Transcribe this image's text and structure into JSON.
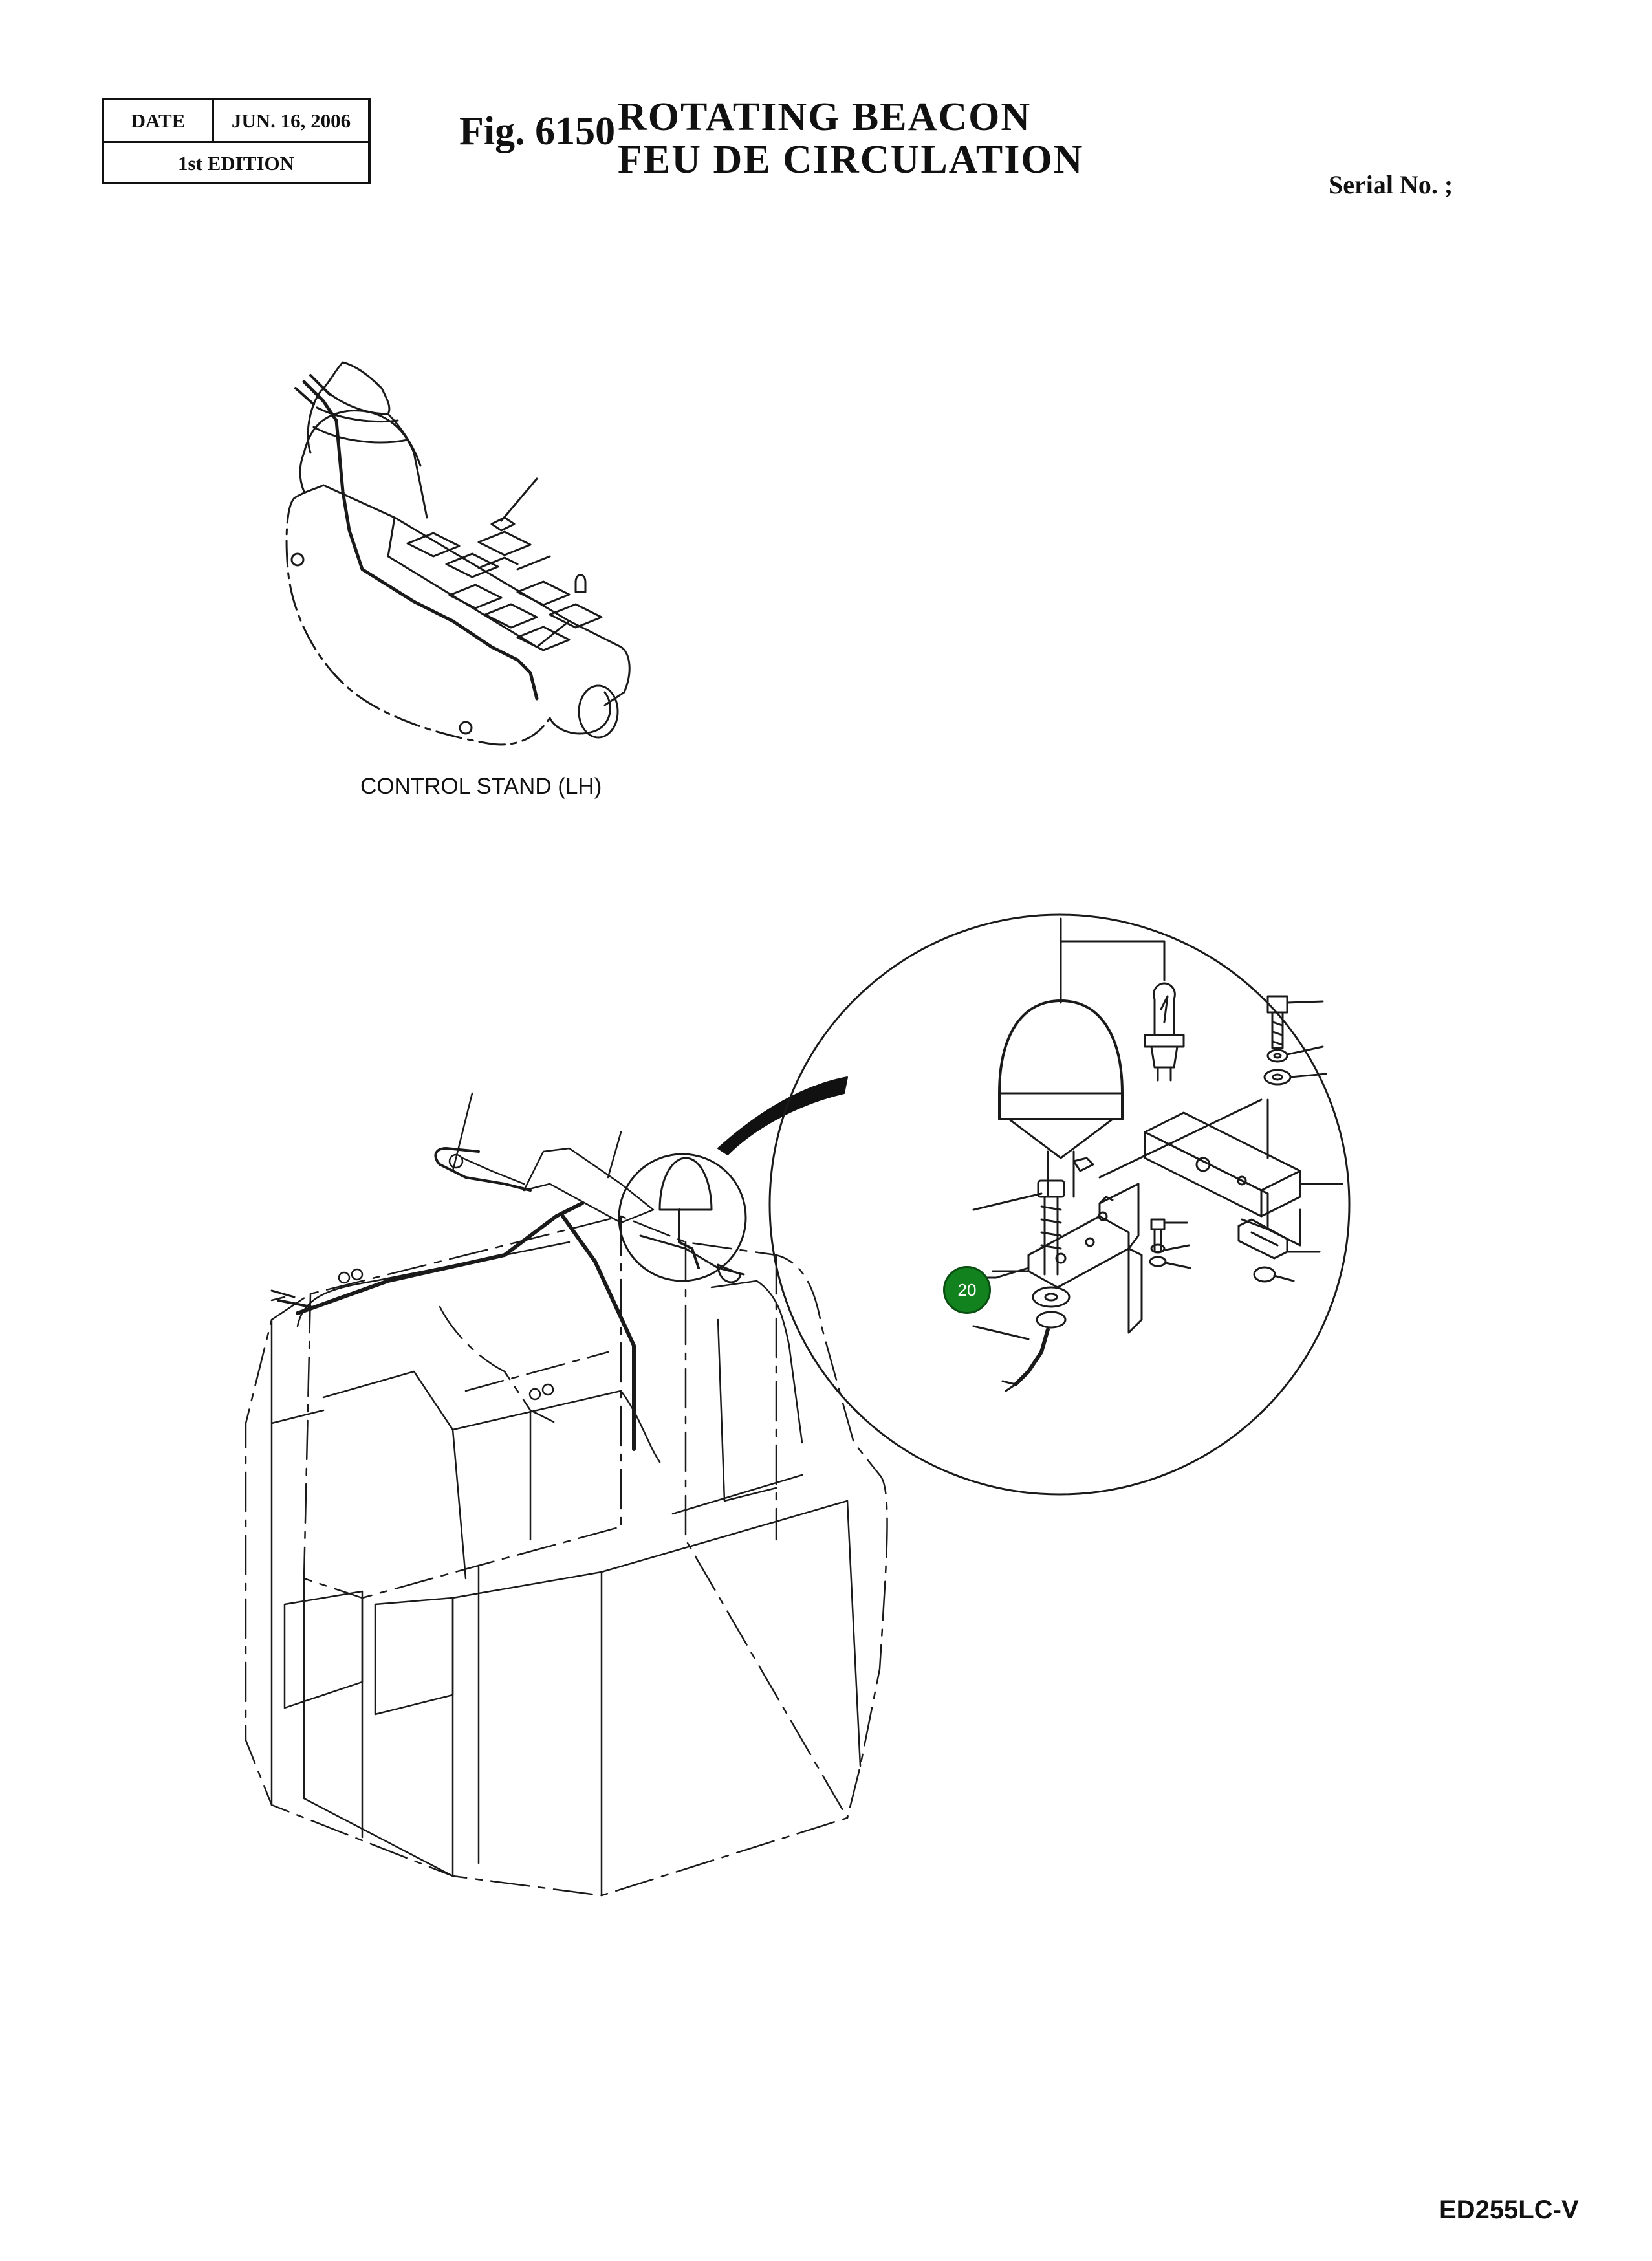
{
  "header": {
    "date_label": "DATE",
    "date_value": "JUN. 16, 2006",
    "edition": "1st EDITION",
    "fig_label": "Fig. 6150",
    "title_en": "ROTATING  BEACON",
    "title_fr": "FEU  DE  CIRCULATION",
    "serial_label": "Serial No. ;"
  },
  "diagram": {
    "control_stand_caption": "CONTROL STAND (LH)",
    "callout_number": "20",
    "callout_color": "#12821f"
  },
  "footer": {
    "model": "ED255LC-V"
  }
}
